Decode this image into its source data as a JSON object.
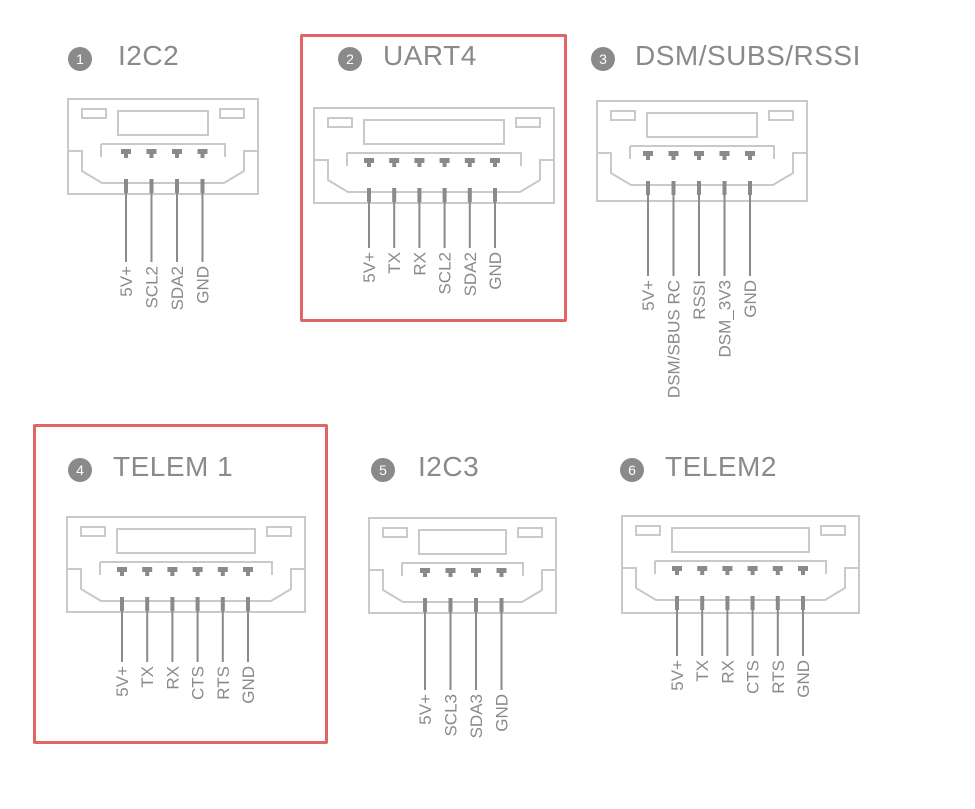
{
  "colors": {
    "outline": "#c9c9c9",
    "pin": "#8a8a8a",
    "text": "#8a8a8a",
    "highlight": "#e06565"
  },
  "connectors": [
    {
      "id": "1",
      "number": "1",
      "title": "I2C2",
      "highlighted": false,
      "pins": [
        "5V+",
        "SCL2",
        "SDA2",
        "GND"
      ]
    },
    {
      "id": "2",
      "number": "2",
      "title": "UART4",
      "highlighted": true,
      "pins": [
        "5V+",
        "TX",
        "RX",
        "SCL2",
        "SDA2",
        "GND"
      ]
    },
    {
      "id": "3",
      "number": "3",
      "title": "DSM/SUBS/RSSI",
      "highlighted": false,
      "pins": [
        "5V+",
        "DSM/SBUS RC",
        "RSSI",
        "DSM_3V3",
        "GND"
      ]
    },
    {
      "id": "4",
      "number": "4",
      "title": "TELEM 1",
      "highlighted": true,
      "pins": [
        "5V+",
        "TX",
        "RX",
        "CTS",
        "RTS",
        "GND"
      ]
    },
    {
      "id": "5",
      "number": "5",
      "title": "I2C3",
      "highlighted": false,
      "pins": [
        "5V+",
        "SCL3",
        "SDA3",
        "GND"
      ]
    },
    {
      "id": "6",
      "number": "6",
      "title": "TELEM2",
      "highlighted": false,
      "pins": [
        "5V+",
        "TX",
        "RX",
        "CTS",
        "RTS",
        "GND"
      ]
    }
  ]
}
